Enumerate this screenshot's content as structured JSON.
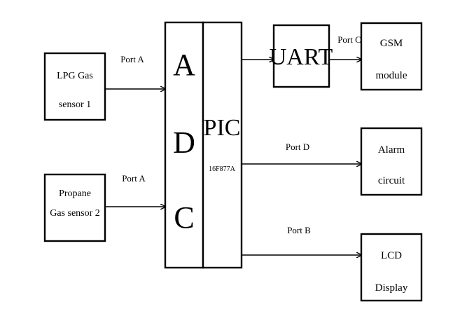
{
  "blocks": {
    "lpg_sensor": {
      "line1": "LPG Gas",
      "line2": "sensor 1"
    },
    "propane_sensor": {
      "line1": "Propane",
      "line2": "Gas sensor 2"
    },
    "adc": {
      "letters": [
        "A",
        "D",
        "C"
      ]
    },
    "pic": {
      "label": "PIC",
      "model": "16F877A"
    },
    "uart": {
      "label": "UART"
    },
    "gsm": {
      "line1": "GSM",
      "line2": "module"
    },
    "alarm": {
      "line1": "Alarm",
      "line2": "circuit"
    },
    "lcd": {
      "line1": "LCD",
      "line2": "Display"
    }
  },
  "ports": {
    "lpg": "Port A",
    "propane": "Port A",
    "uart_gsm": "Port C",
    "alarm": "Port D",
    "lcd": "Port B"
  }
}
